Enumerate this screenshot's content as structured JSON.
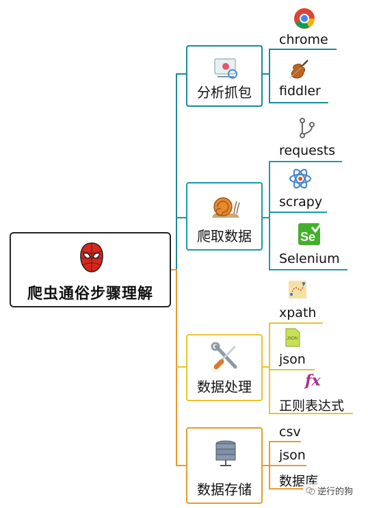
{
  "root": {
    "label": "爬虫通俗步骤理解"
  },
  "branches": [
    {
      "label": "分析抓包",
      "color": "#178a94",
      "icon": "packet-capture-icon",
      "leaves": [
        {
          "label": "chrome",
          "icon": "chrome-icon"
        },
        {
          "label": "fiddler",
          "icon": "violin-icon"
        }
      ]
    },
    {
      "label": "爬取数据",
      "color": "#1a9aa3",
      "icon": "snail-icon",
      "leaves": [
        {
          "label": "requests",
          "icon": "branch-icon"
        },
        {
          "label": "scrapy",
          "icon": "react-atom-icon"
        },
        {
          "label": "Selenium",
          "icon": "selenium-icon"
        }
      ]
    },
    {
      "label": "数据处理",
      "color": "#e8c32a",
      "icon": "tools-icon",
      "leaves": [
        {
          "label": "xpath",
          "icon": "xpath-map-icon"
        },
        {
          "label": "json",
          "icon": "json-file-icon"
        },
        {
          "label": "正则表达式",
          "icon": "fx-icon"
        }
      ]
    },
    {
      "label": "数据存储",
      "color": "#e89a2a",
      "icon": "database-icon",
      "leaves": [
        {
          "label": "csv",
          "icon": ""
        },
        {
          "label": "json",
          "icon": ""
        },
        {
          "label": "数据库",
          "icon": ""
        }
      ]
    }
  ],
  "watermark": {
    "label": "逆行的狗"
  }
}
